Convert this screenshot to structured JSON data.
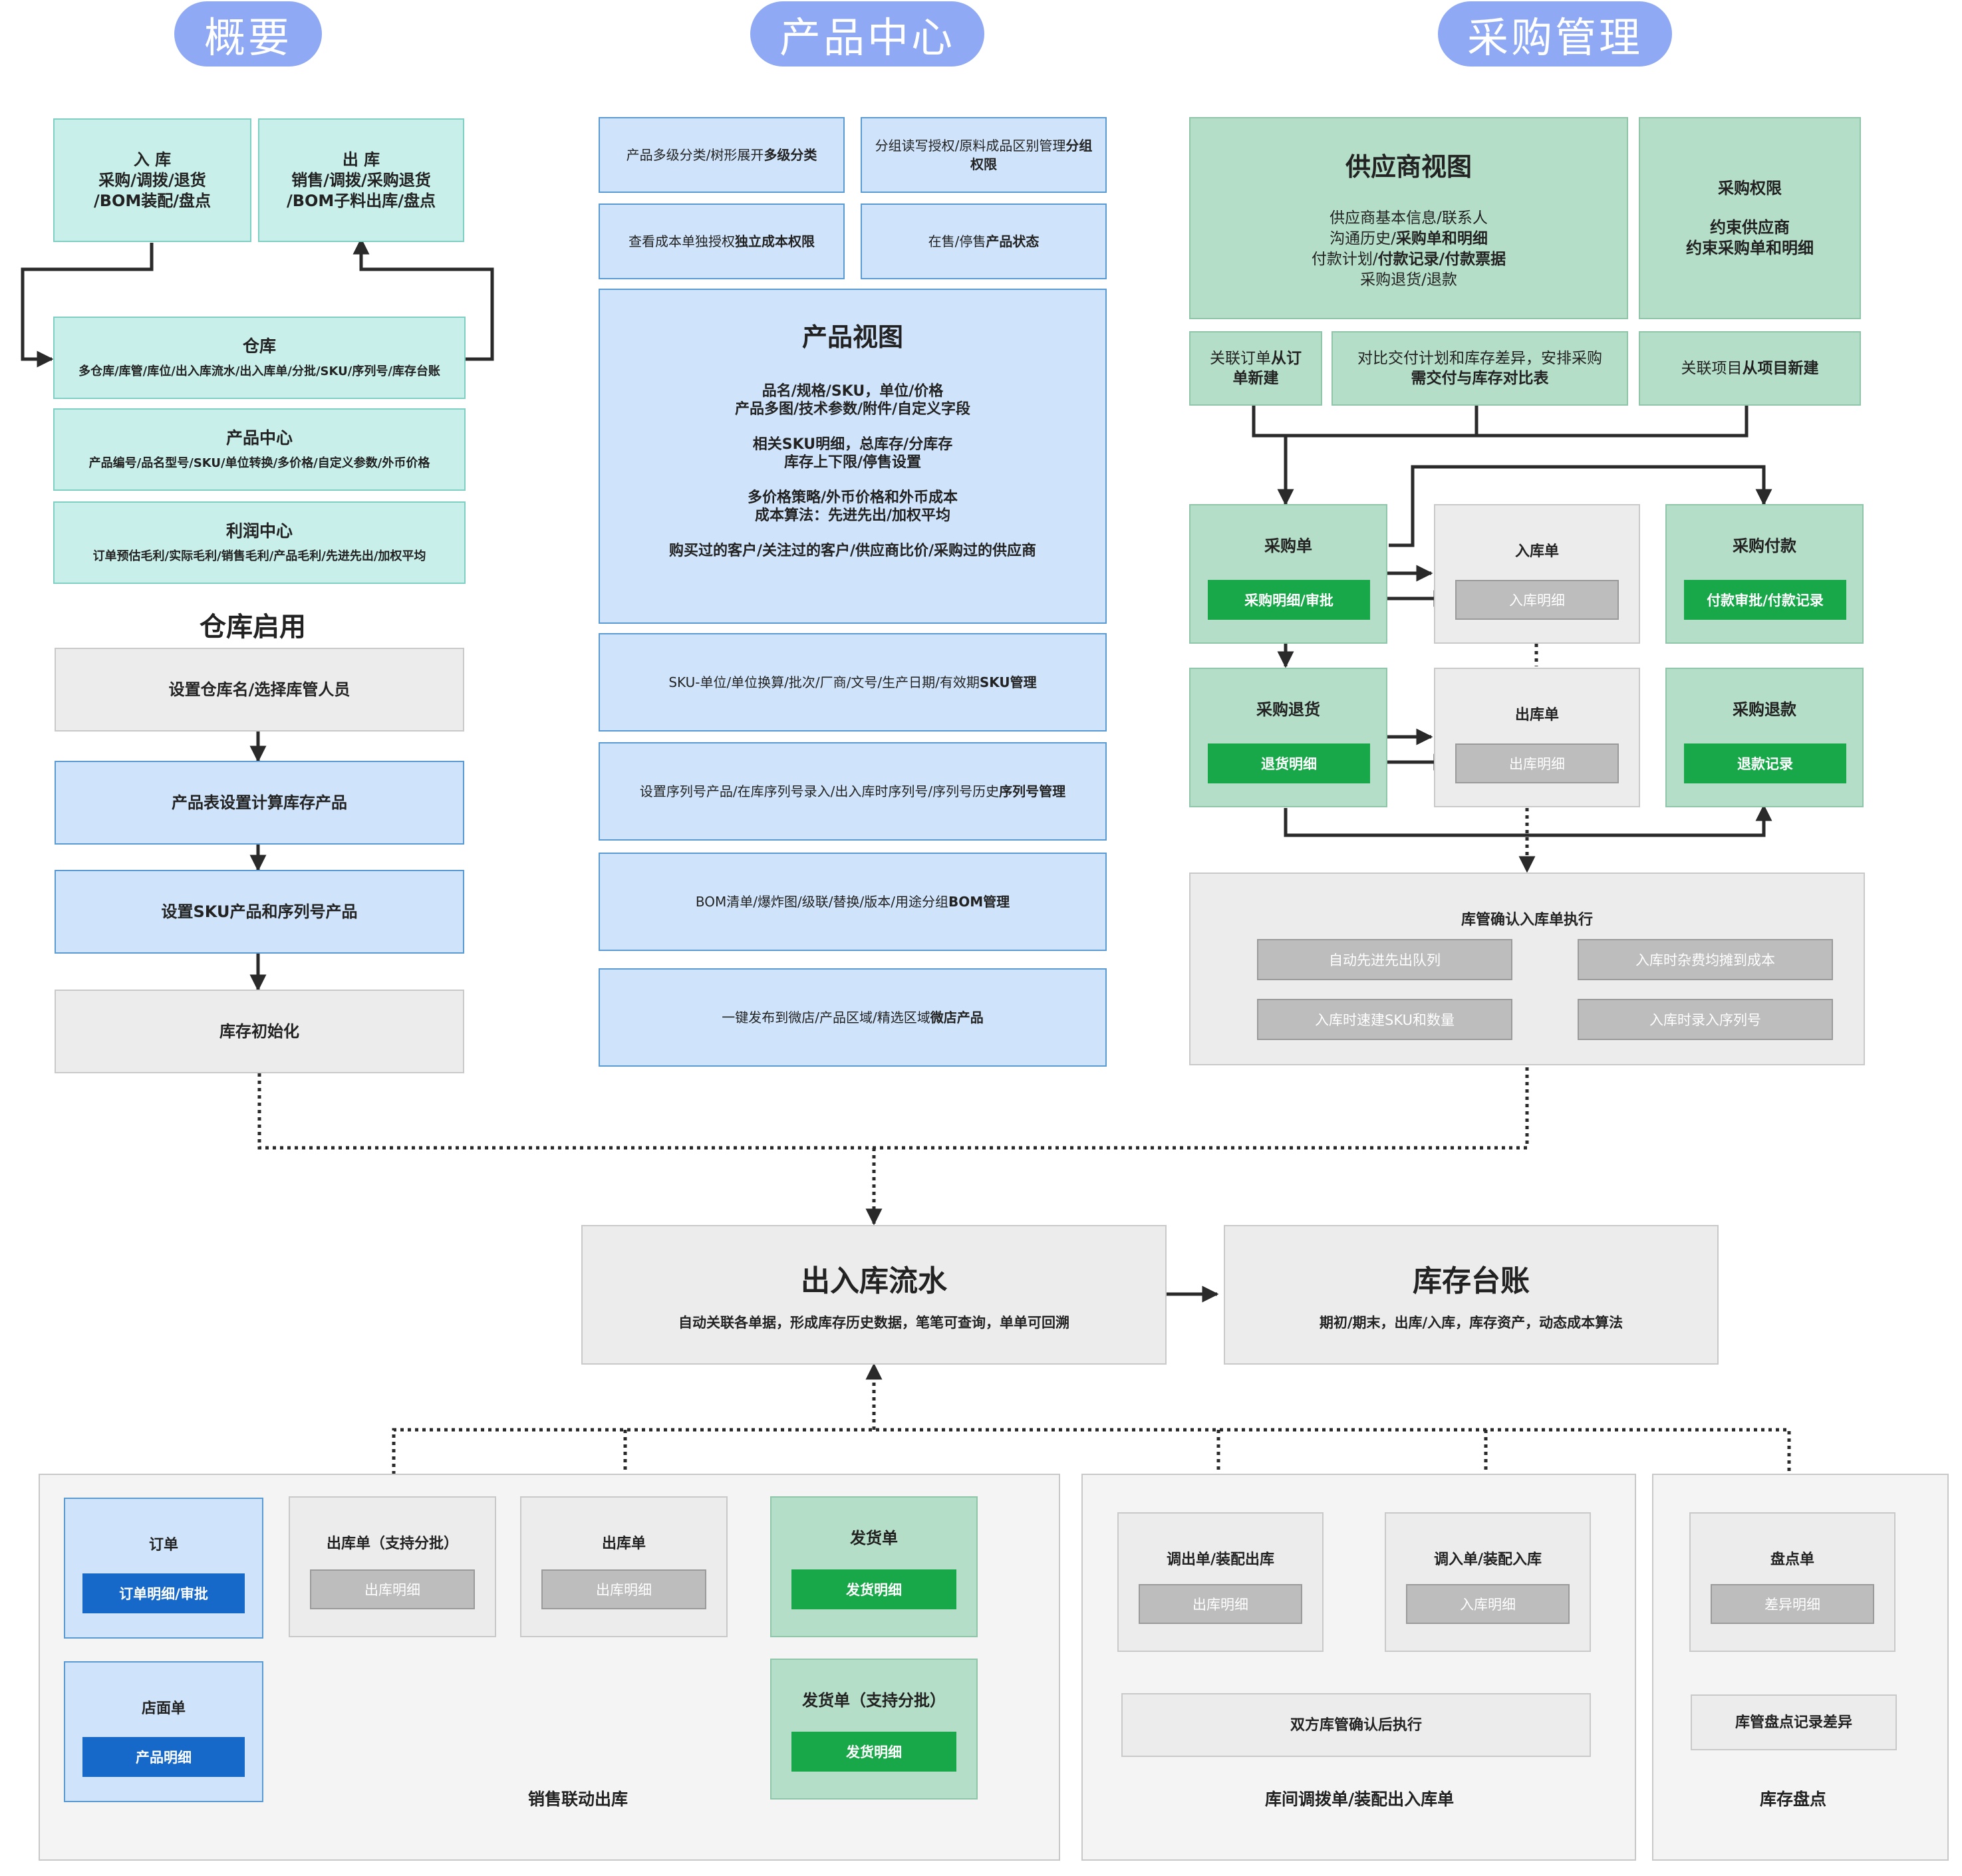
{
  "headers": {
    "overview": "概要",
    "product_center": "产品中心",
    "purchase_mgmt": "采购管理"
  },
  "overview": {
    "inbound": {
      "l1": "入  库",
      "l2": "采购/调拨/退货",
      "l3": "/BOM装配/盘点"
    },
    "outbound": {
      "l1": "出  库",
      "l2": "销售/调拨/采购退货",
      "l3": "/BOM子料出库/盘点"
    },
    "warehouse": {
      "title": "仓库",
      "desc": "多仓库/库管/库位/出入库流水/出入库单/分批/SKU/序列号/库存台账"
    },
    "product": {
      "title": "产品中心",
      "desc": "产品编号/品名型号/SKU/单位转换/多价格/自定义参数/外币价格"
    },
    "profit": {
      "title": "利润中心",
      "desc": "订单预估毛利/实际毛利/销售毛利/产品毛利/先进先出/加权平均"
    }
  },
  "warehouse_enable": {
    "title": "仓库启用",
    "steps": [
      "设置仓库名/选择库管人员",
      "产品表设置计算库存产品",
      "设置SKU产品和序列号产品",
      "库存初始化"
    ]
  },
  "product_center": {
    "f1": {
      "pre": "产品多级分类/树形展开",
      "bold": "多级分类"
    },
    "f2": {
      "pre": "分组读写授权/原料成品区别管理",
      "bold": "分组权限"
    },
    "f3": {
      "pre": "查看成本单独授权",
      "bold": "独立成本权限"
    },
    "f4": {
      "pre": "在售/停售",
      "bold": "产品状态"
    },
    "view": {
      "title": "产品视图",
      "g1a": "品名/规格/SKU，单位/价格",
      "g1b": "产品多图/技术参数/附件/自定义字段",
      "g2a": "相关SKU明细，总库存/分库存",
      "g2b": "库存上下限/停售设置",
      "g3a": "多价格策略/外币价格和外币成本",
      "g3b": "成本算法：先进先出/加权平均",
      "g4": "购买过的客户/关注过的客户/供应商比价/采购过的供应商"
    },
    "sku": {
      "pre": "SKU-单位/单位换算/批次/厂商/文号/生产日期/有效期",
      "bold": "SKU管理"
    },
    "serial": {
      "pre": "设置序列号产品/在库序列号录入/出入库时序列号/序列号历史",
      "bold": "序列号管理"
    },
    "bom": {
      "pre": "BOM清单/爆炸图/级联/替换/版本/用途分组",
      "bold": "BOM管理"
    },
    "wechat": {
      "pre": "一键发布到微店/产品区域/精选区域",
      "bold": "微店产品"
    }
  },
  "purchase": {
    "supplier_view": {
      "title": "供应商视图",
      "l1": "供应商基本信息/联系人",
      "l2_pre": "沟通历史/",
      "l2_bold": "采购单和明细",
      "l3_pre": "付款计划/",
      "l3_bold": "付款记录/付款票据",
      "l4": "采购退货/退款"
    },
    "permission": {
      "title": "采购权限",
      "l1": "约束供应商",
      "l2": "约束采购单和明细"
    },
    "link_order": {
      "pre": "关联订单",
      "bold1": "从订",
      "bold2": "单新建"
    },
    "compare": {
      "l1": "对比交付计划和库存差异，安排采购",
      "l2": "需交付与库存对比表"
    },
    "link_project": {
      "pre": "关联项目",
      "bold": "从项目新建"
    },
    "po": {
      "title": "采购单",
      "btn": "采购明细/审批"
    },
    "inbound": {
      "title": "入库单",
      "btn": "入库明细"
    },
    "payment": {
      "title": "采购付款",
      "btn": "付款审批/付款记录"
    },
    "return": {
      "title": "采购退货",
      "btn": "退货明细"
    },
    "outbound": {
      "title": "出库单",
      "btn": "出库明细"
    },
    "refund": {
      "title": "采购退款",
      "btn": "退款记录"
    },
    "confirm": {
      "title": "库管确认入库单执行",
      "b1": "自动先进先出队列",
      "b2": "入库时杂费均摊到成本",
      "b3": "入库时速建SKU和数量",
      "b4": "入库时录入序列号"
    }
  },
  "flow": {
    "title": "出入库流水",
    "desc": "自动关联各单据，形成库存历史数据，笔笔可查询，单单可回溯"
  },
  "ledger": {
    "title": "库存台账",
    "desc": "期初/期末，出库/入库，库存资产，动态成本算法"
  },
  "sales": {
    "label": "销售联动出库",
    "order": {
      "title": "订单",
      "btn": "订单明细/审批"
    },
    "store": {
      "title": "店面单",
      "btn": "产品明细"
    },
    "out_batch": {
      "title": "出库单（支持分批）",
      "btn": "出库明细"
    },
    "out": {
      "title": "出库单",
      "btn": "出库明细"
    },
    "ship": {
      "title": "发货单",
      "btn": "发货明细"
    },
    "ship_batch": {
      "title": "发货单（支持分批）",
      "btn": "发货明细"
    }
  },
  "transfer": {
    "label": "库间调拨单/装配出入库单",
    "out": {
      "title": "调出单/装配出库",
      "btn": "出库明细"
    },
    "in": {
      "title": "调入单/装配入库",
      "btn": "入库明细"
    },
    "confirm": "双方库管确认后执行"
  },
  "stocktake": {
    "label": "库存盘点",
    "sheet": {
      "title": "盘点单",
      "btn": "差异明细"
    },
    "record": "库管盘点记录差异"
  }
}
